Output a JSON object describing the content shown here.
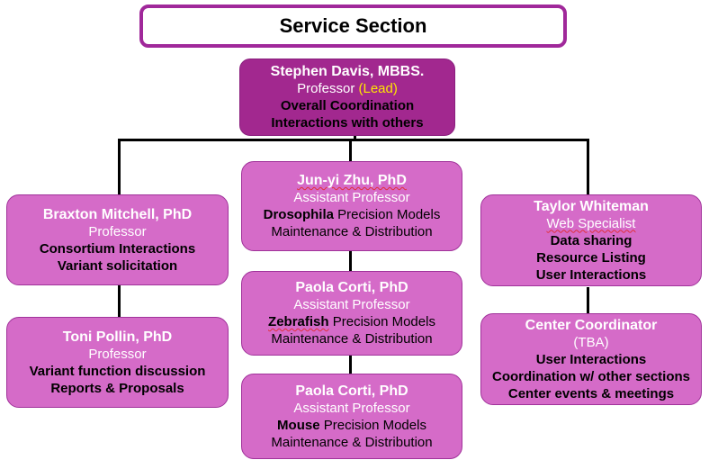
{
  "title": "Service Section",
  "colors": {
    "border_accent": "#a0289a",
    "lead_fill": "#a2288f",
    "node_fill": "#d56bc8",
    "highlight": "#ffe600",
    "connector": "#000000"
  },
  "lead": {
    "name": "Stephen Davis, MBBS.",
    "role": "Professor",
    "role_tag": "(Lead)",
    "duties": [
      "Overall Coordination",
      "Interactions with others"
    ]
  },
  "left_column": [
    {
      "name": "Braxton Mitchell, PhD",
      "role": "Professor",
      "duties": [
        "Consortium Interactions",
        "Variant solicitation"
      ]
    },
    {
      "name": "Toni Pollin, PhD",
      "role": "Professor",
      "duties": [
        "Variant function discussion",
        "Reports & Proposals"
      ]
    }
  ],
  "center_column": [
    {
      "name": "Jun-yi Zhu, PhD",
      "role": "Assistant Professor",
      "model_organism": "Drosophila",
      "model_suffix": " Precision Models",
      "duty": "Maintenance & Distribution"
    },
    {
      "name": "Paola Corti, PhD",
      "role": "Assistant Professor",
      "model_organism": "Zebrafish",
      "model_suffix": " Precision Models",
      "duty": "Maintenance & Distribution"
    },
    {
      "name": "Paola Corti, PhD",
      "role": "Assistant Professor",
      "model_organism": "Mouse",
      "model_suffix": " Precision Models",
      "duty": "Maintenance & Distribution"
    }
  ],
  "right_column": [
    {
      "name": "Taylor Whiteman",
      "role": "Web Specialist",
      "duties": [
        "Data sharing",
        "Resource Listing",
        "User Interactions"
      ]
    },
    {
      "name": "Center Coordinator",
      "role": "(TBA)",
      "duties": [
        "User Interactions",
        "Coordination w/ other sections",
        "Center events & meetings"
      ]
    }
  ]
}
